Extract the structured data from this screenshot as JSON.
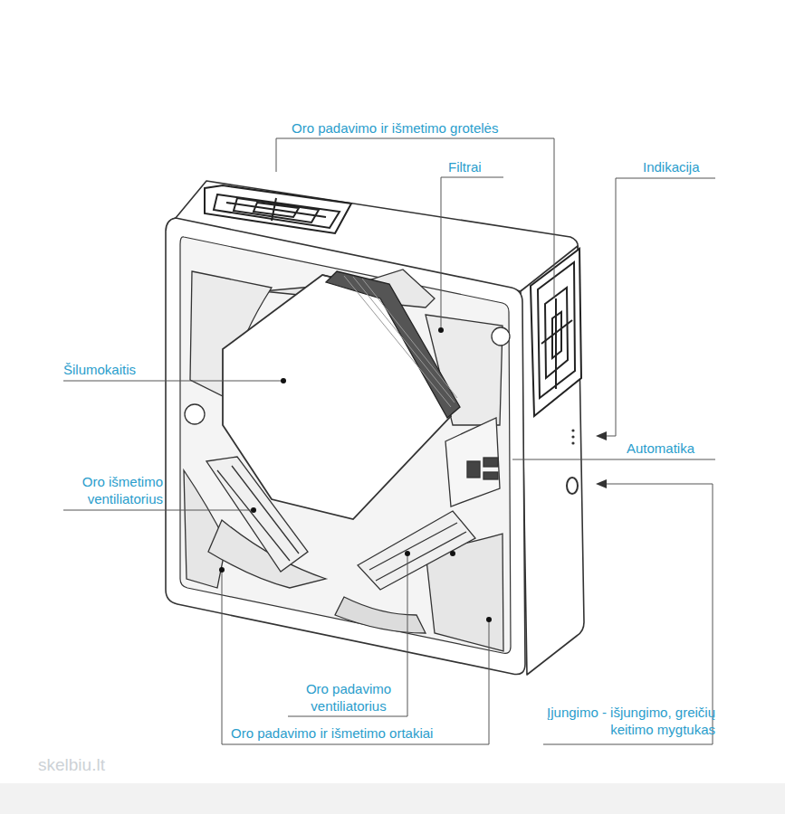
{
  "diagram": {
    "labels": [
      "Oro padavimo ir išmetimo grotelės",
      "Filtrai",
      "Indikacija",
      "Šilumokaitis",
      "Automatika",
      "Oro išmetimo ventiliatorius",
      "Oro padavimo ventiliatorius",
      "Oro padavimo ir išmetimo ortakiai",
      "Įjungimo - išjungimo, greičių keitimo mygtukas",
      "skelbiu.lt"
    ]
  }
}
